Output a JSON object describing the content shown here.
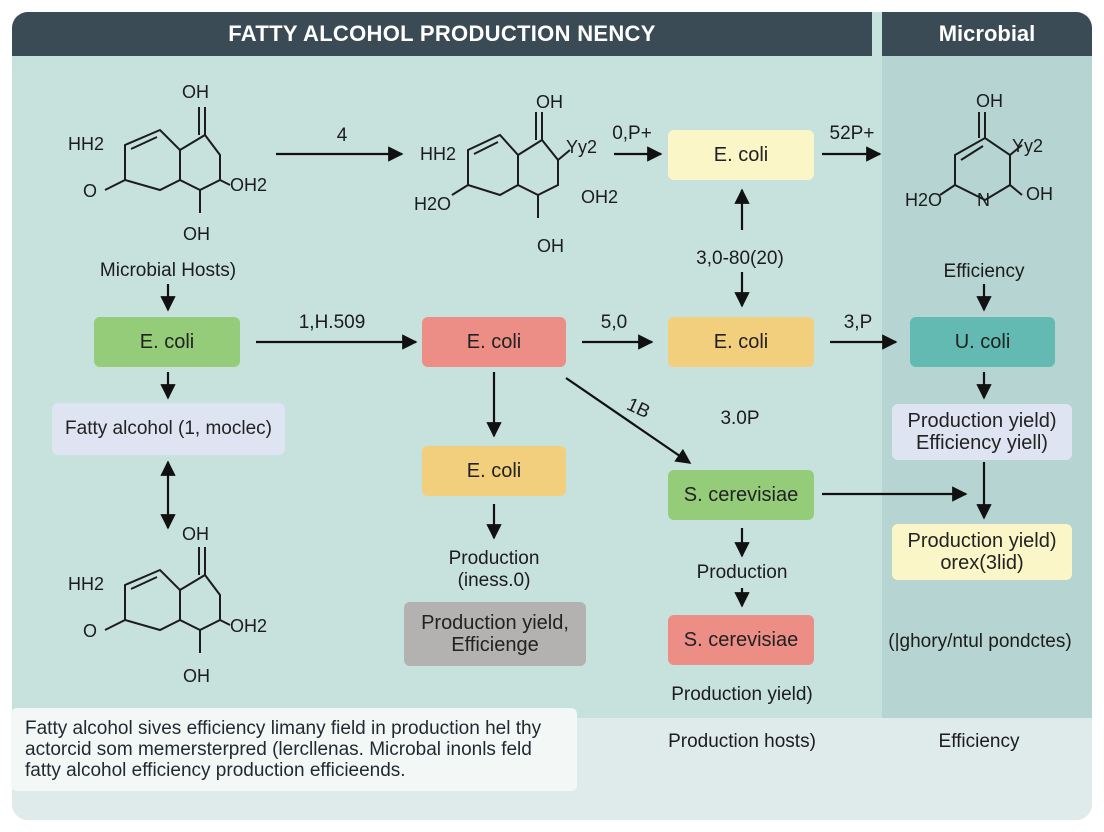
{
  "header": {
    "title": "FATTY ALCOHOL PRODUCTION NENCY",
    "side_title": "Microbial"
  },
  "colors": {
    "green": "#95cc7a",
    "red": "#ec8e86",
    "gold": "#f2cf7c",
    "pale_yellow": "#fbf6c8",
    "teal": "#62bab3",
    "lavender": "#dfe4f2",
    "gray": "#b3b2b0",
    "header": "#3b4b56"
  },
  "boxes": {
    "host_ecoli": "E. coli",
    "fatty_alcohol": "Fatty alcohol (1, moclec)",
    "red_ecoli": "E. coli",
    "gold_ecoli": "E. coli",
    "production_gray": "Production yield,\nEfficienge",
    "top_ecoli": "E. coli",
    "mid_ecoli": "E. coli",
    "scerevisiae_green": "S. cerevisiae",
    "scerevisiae_red": "S. cerevisiae",
    "u_coli": "U. coli",
    "production_efficiency": "Production yield)\nEfficiency yiell)",
    "production_yellow": "Production yield)\norex(3lid)"
  },
  "labels": {
    "microbial_hosts": "Microbial Hosts)",
    "arrow_top1": "4",
    "arrow_top2": "0,P+",
    "arrow_top3": "52P+",
    "vertical_label": "3,0-80(20)",
    "arrow_mid1": "1,H.509",
    "arrow_mid2": "5,0",
    "arrow_mid3": "3,P",
    "diag_label": "1B",
    "label_30p": "3.0P",
    "efficiency": "Efficiency",
    "production_iness": "Production\n(iness.0)",
    "production_mid": "Production",
    "production_yield_bottom": "Production yield)",
    "ghory": "(|ghory/ntul pondctes)"
  },
  "molecules": {
    "m1": [
      "OH",
      "HH2",
      "O",
      "OH2",
      "OH"
    ],
    "m2": [
      "OH",
      "Yy2",
      "HH2",
      "H2O",
      "OH2",
      "OH"
    ],
    "m3": [
      "OH",
      "Yy2",
      "H2O",
      "N",
      "OH"
    ],
    "m4": [
      "OH",
      "HH2",
      "O",
      "OH2",
      "OH"
    ]
  },
  "footer": {
    "note": "Fatty alcohol sives efficiency limany field in production hel thy\nactorcid som memersterpred (lercllenas. Microbal inonls feld\nfatty alcohol efficiency production efficieends.",
    "hosts": "Production hosts)",
    "efficiency": "Efficiency"
  }
}
